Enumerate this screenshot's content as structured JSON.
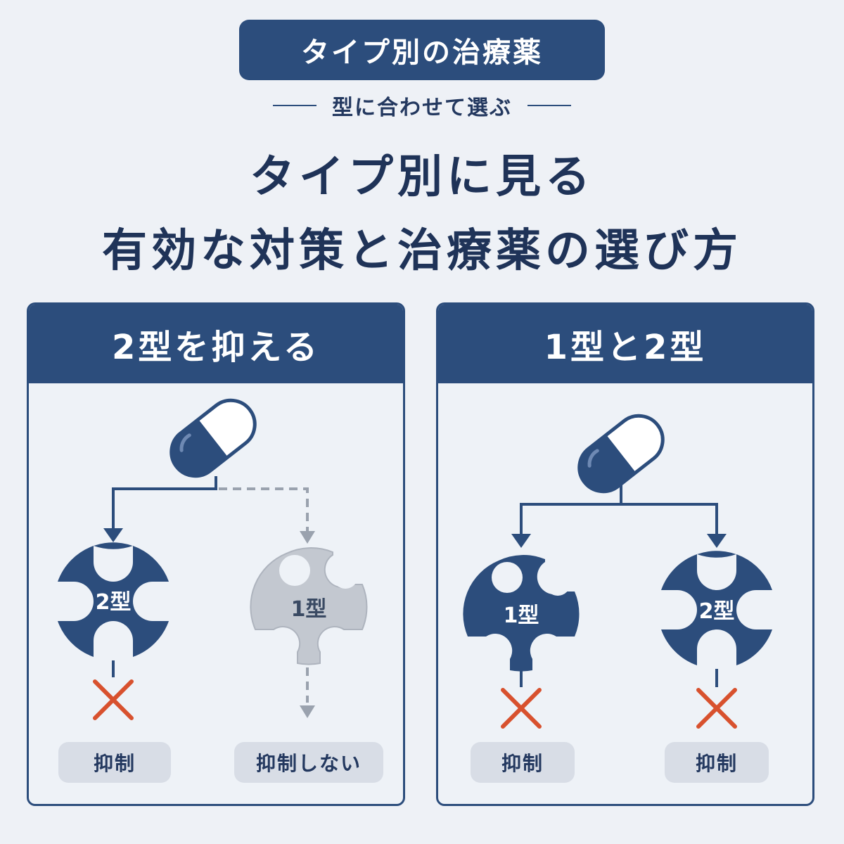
{
  "header": {
    "badge": "タイプ別の治療薬",
    "subtitle": "型に合わせて選ぶ",
    "title_line1": "タイプ別に見る",
    "title_line2": "有効な対策と治療薬の選び方"
  },
  "panels": [
    {
      "title": "2型を抑える",
      "targets": [
        {
          "label": "2型",
          "result": "抑制",
          "active": true
        },
        {
          "label": "1型",
          "result": "抑制しない",
          "active": false
        }
      ]
    },
    {
      "title": "1型と2型",
      "targets": [
        {
          "label": "1型",
          "result": "抑制",
          "active": true
        },
        {
          "label": "2型",
          "result": "抑制",
          "active": true
        }
      ]
    }
  ],
  "colors": {
    "navy": "#2c4d7c",
    "inactive_gray": "#c3c8d0",
    "cross_red": "#d8512e",
    "pill_bg": "#d8dde6"
  }
}
